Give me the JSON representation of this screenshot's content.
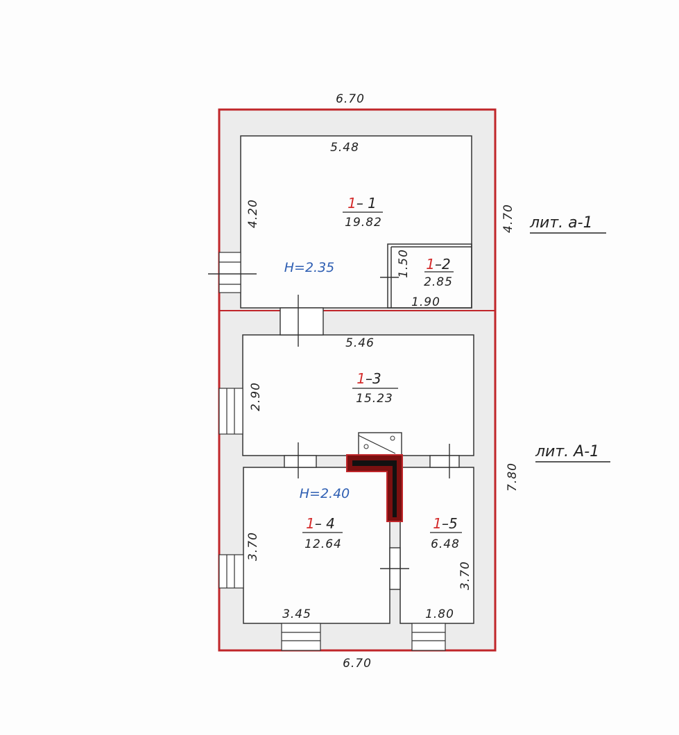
{
  "dimensions": {
    "top_outer": "6.70",
    "bottom_outer": "6.70",
    "right_top": "4.70",
    "right_bottom": "7.80",
    "r11_width": "5.48",
    "r11_height": "4.20",
    "r12_height": "1.50",
    "r12_width": "1.90",
    "r13_width": "5.46",
    "r13_height": "2.90",
    "r14_height": "3.70",
    "r14_width": "3.45",
    "r15_height": "3.70",
    "r15_width": "1.80"
  },
  "rooms": [
    {
      "prefix": "1",
      "suffix": "– 1",
      "area": "19.82"
    },
    {
      "prefix": "1",
      "suffix": "–2",
      "area": "2.85"
    },
    {
      "prefix": "1",
      "suffix": "–3",
      "area": "15.23"
    },
    {
      "prefix": "1",
      "suffix": "– 4",
      "area": "12.64"
    },
    {
      "prefix": "1",
      "suffix": "–5",
      "area": "6.48"
    }
  ],
  "heights": {
    "top": "H=2.35",
    "bottom": "H=2.40"
  },
  "labels": {
    "lit_a": "лит. а-1",
    "lit_A": "лит. А-1"
  },
  "colors": {
    "outline": "#c0262a",
    "wall_line": "#333333",
    "room_number": "#d42a2a",
    "height_text": "#2f5fb3"
  }
}
